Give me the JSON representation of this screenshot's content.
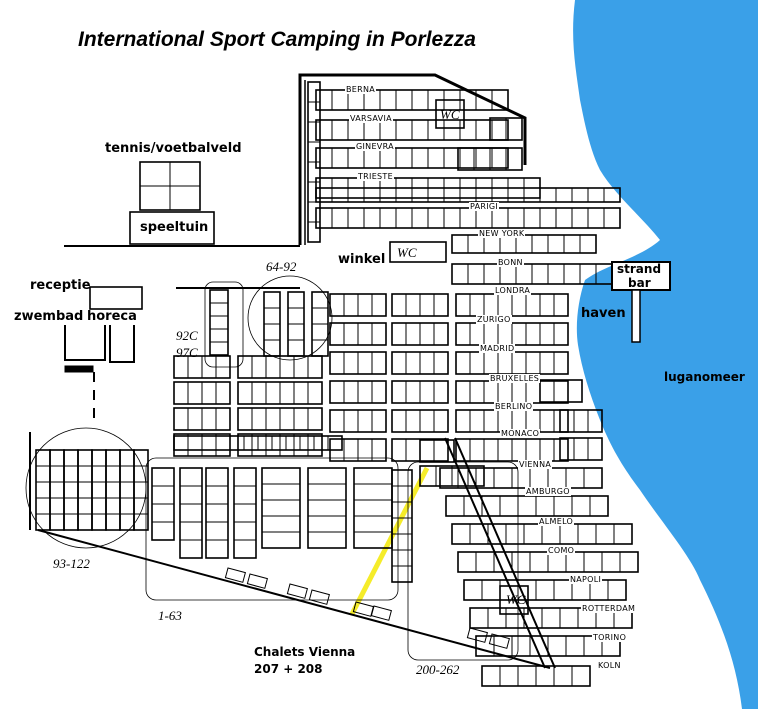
{
  "title": "International Sport Camping in Porlezza",
  "facilities": {
    "tennis": "tennis/voetbalveld",
    "playground": "speeltuin",
    "reception": "receptie",
    "pool": "zwembad",
    "catering": "horeca",
    "shop": "winkel",
    "beach_bar_line1": "strand",
    "beach_bar_line2": "bar",
    "harbour": "haven",
    "lake": "luganomeer",
    "wc": "WC"
  },
  "zones": {
    "z64_92": "64-92",
    "z92c": "92C",
    "z97c": "97C",
    "z93_122": "93-122",
    "z1_63": "1-63",
    "z200_262": "200-262"
  },
  "chalets": {
    "line1": "Chalets Vienna",
    "line2": "207 + 208"
  },
  "streets": [
    "BERNA",
    "VARSAVIA",
    "GINEVRA",
    "TRIESTE",
    "PARIGI",
    "NEW YORK",
    "BONN",
    "LONDRA",
    "ZURIGO",
    "MADRID",
    "BRUXELLES",
    "BERLINO",
    "MONACO",
    "VIENNA",
    "AMBURGO",
    "ALMELO",
    "COMO",
    "NAPOLI",
    "ROTTERDAM",
    "TORINO",
    "KOLN"
  ],
  "colors": {
    "lake": "#3aa0e8",
    "outline": "#000000",
    "highlight": "#f5ec2a"
  }
}
